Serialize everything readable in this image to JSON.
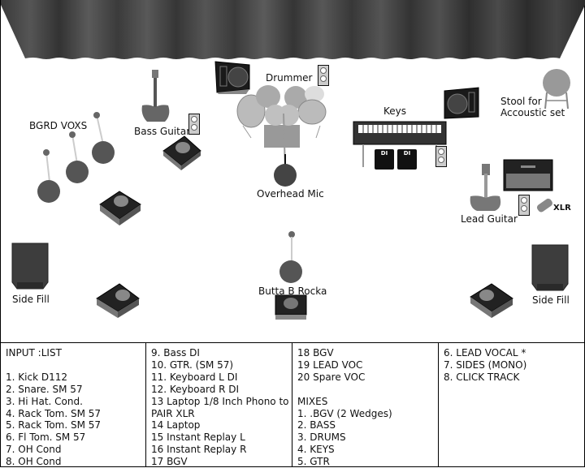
{
  "stage": {
    "labels": {
      "drummer": "Drummer",
      "bgrd_voxs": "BGRD VOXS",
      "bass_guitar": "Bass Guitar",
      "overhead_mic": "Overhead Mic",
      "keys": "Keys",
      "stool": "Stool for",
      "stool2": "Accoustic set",
      "lead_guitar": "Lead Guitar",
      "xlr": "XLR",
      "side_fill_left": "Side Fill",
      "side_fill_right": "Side Fill",
      "butta": "Butta B Rocka",
      "di1": "DI",
      "di2": "DI"
    }
  },
  "input_list": {
    "columns": [
      [
        "INPUT :LIST",
        "",
        "1. Kick D112",
        "2. Snare. SM 57",
        "3. Hi Hat. Cond.",
        "4. Rack Tom. SM 57",
        "5. Rack Tom. SM 57",
        "6. Fl Tom. SM 57",
        "7. OH Cond",
        "8. OH Cond"
      ],
      [
        "9. Bass DI",
        "10. GTR. (SM 57)",
        "11. Keyboard L DI",
        "12. Keyboard R DI",
        "13 Laptop 1/8 Inch Phono to",
        "PAIR XLR",
        "14 Laptop",
        "15 Instant Replay L",
        "16 Instant Replay R",
        "17 BGV"
      ],
      [
        "18 BGV",
        "19 LEAD VOC",
        "20 Spare VOC",
        "",
        "MIXES",
        "1. .BGV (2 Wedges)",
        "2. BASS",
        "3. DRUMS",
        "4. KEYS",
        "5. GTR"
      ],
      [
        "6. LEAD VOCAL *",
        "7. SIDES (MONO)",
        "8. CLICK TRACK"
      ]
    ]
  }
}
